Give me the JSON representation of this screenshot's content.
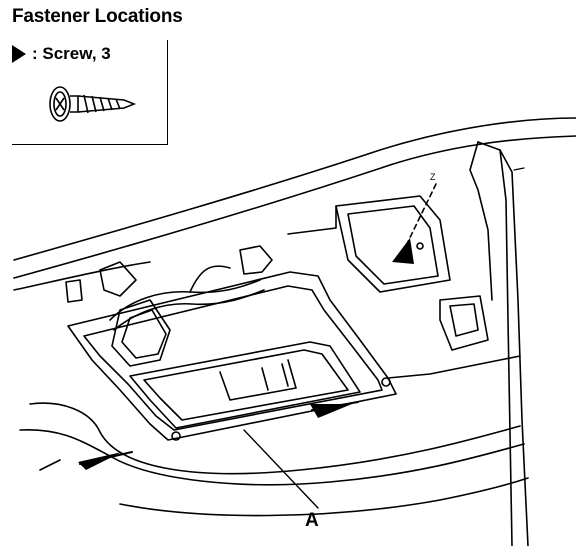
{
  "title": "Fastener Locations",
  "legend": {
    "symbol_icon": "filled-triangle-arrow",
    "label": ": Screw, 3",
    "item_icon": "screw-icon"
  },
  "callouts": {
    "part_a": "A",
    "view_marker": "Z"
  }
}
